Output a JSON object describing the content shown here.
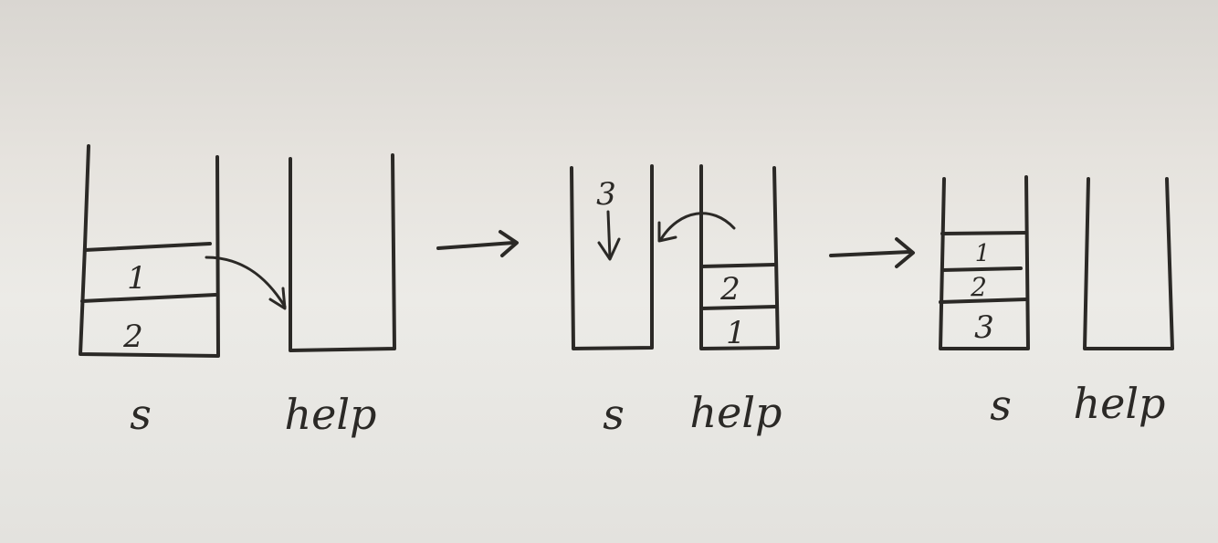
{
  "stages": [
    {
      "s_items": [
        "1",
        "2"
      ],
      "help_items": [],
      "s_label": "s",
      "help_label": "help"
    },
    {
      "s_incoming": "3",
      "s_items": [],
      "help_items": [
        "2",
        "1"
      ],
      "s_label": "s",
      "help_label": "help"
    },
    {
      "s_items": [
        "1",
        "2",
        "3"
      ],
      "help_items": [],
      "s_label": "s",
      "help_label": "help"
    }
  ],
  "colors": {
    "ink": "#2b2926",
    "paper": "#e6e3de"
  }
}
